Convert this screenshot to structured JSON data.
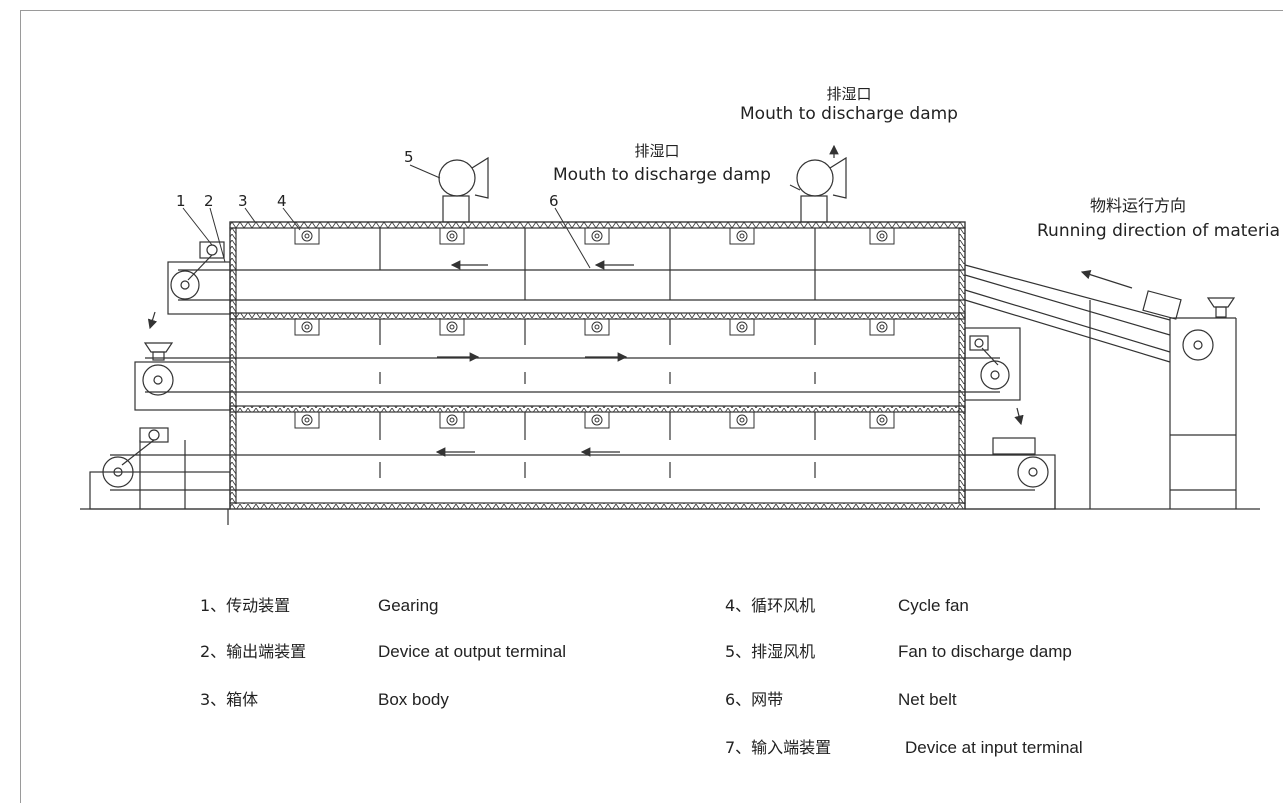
{
  "labels": {
    "discharge_top_cn": "排湿口",
    "discharge_top_en": "Mouth to discharge damp",
    "discharge_mid_cn": "排湿口",
    "discharge_mid_en": "Mouth to discharge damp",
    "running_cn": "物料运行方向",
    "running_en": "Running direction of materia",
    "callouts": [
      "1",
      "2",
      "3",
      "4",
      "5",
      "6"
    ]
  },
  "legend": [
    {
      "num": "1、传动装置",
      "en": "Gearing"
    },
    {
      "num": "2、输出端装置",
      "en": "Device at output terminal"
    },
    {
      "num": "3、箱体",
      "en": "Box body"
    },
    {
      "num": "4、循环风机",
      "en": "Cycle fan"
    },
    {
      "num": "5、排湿风机",
      "en": "Fan to discharge damp"
    },
    {
      "num": "6、网带",
      "en": "Net belt"
    },
    {
      "num": "7、输入端装置",
      "en": "Device at input terminal"
    }
  ],
  "colors": {
    "line": "#333333",
    "frame": "#9a9a9a"
  },
  "icons": [
    "fan-icon",
    "roller-icon",
    "arrow-icon",
    "hopper-icon",
    "motor-icon"
  ]
}
